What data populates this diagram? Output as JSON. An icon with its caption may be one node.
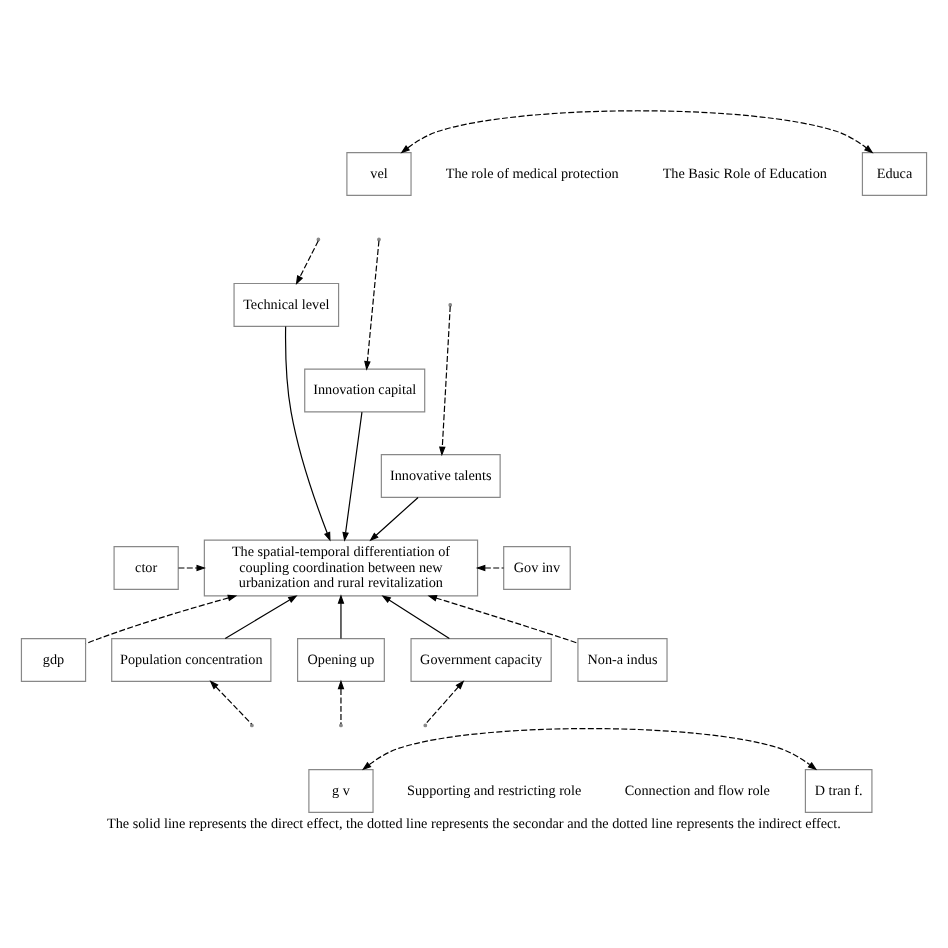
{
  "diagram": {
    "caption": "The solid line represents the direct effect, the dotted line represents the secondar and the dotted line represents the indirect effect.",
    "nodes": [
      {
        "text": [
          "vel"
        ]
      },
      {
        "text": [
          "Educa"
        ]
      },
      {
        "text": [
          "Technical level"
        ]
      },
      {
        "text": [
          "Innovation capital"
        ]
      },
      {
        "text": [
          "Innovative talents"
        ]
      },
      {
        "text": [
          "ctor"
        ]
      },
      {
        "text": [
          "gdp"
        ]
      },
      {
        "text": [
          "Gov inv"
        ]
      },
      {
        "text": [
          "Non-a indus"
        ]
      },
      {
        "text": [
          "The spatial-temporal differentiation of coupling coordination between new urbanization and rural revitalization"
        ]
      },
      {
        "text": [
          "Population concentration"
        ]
      },
      {
        "text": [
          "Opening up"
        ]
      },
      {
        "text": [
          "Government capacity"
        ]
      },
      {
        "text": [
          "g v"
        ]
      },
      {
        "text": [
          "D tran f."
        ]
      }
    ],
    "edges": [
      {
        "from": 0,
        "to": 1,
        "arrow": "both",
        "style": "dashed"
      },
      {
        "from": null,
        "to": 2,
        "arrow": "to",
        "style": "dashed"
      },
      {
        "from": null,
        "to": 3,
        "arrow": "to",
        "style": "dashed"
      },
      {
        "from": null,
        "to": 4,
        "arrow": "to",
        "style": "dashed"
      },
      {
        "from": 2,
        "to": 9,
        "arrow": "to"
      },
      {
        "from": 3,
        "to": 9,
        "arrow": "to"
      },
      {
        "from": 4,
        "to": 9,
        "arrow": "to"
      },
      {
        "from": 5,
        "to": 9,
        "arrow": "to",
        "style": "dashed"
      },
      {
        "from": 6,
        "to": 9,
        "arrow": "to",
        "style": "dashed"
      },
      {
        "from": 7,
        "to": 9,
        "arrow": "to",
        "style": "dashed"
      },
      {
        "from": 8,
        "to": 9,
        "arrow": "to",
        "style": "dashed"
      },
      {
        "from": 10,
        "to": 9,
        "arrow": "to"
      },
      {
        "from": 11,
        "to": 9,
        "arrow": "to"
      },
      {
        "from": 12,
        "to": 9,
        "arrow": "to"
      },
      {
        "from": 13,
        "to": 14,
        "arrow": "both",
        "style": "dashed"
      },
      {
        "from": null,
        "to": 10,
        "arrow": "to",
        "style": "dashed"
      },
      {
        "from": null,
        "to": 11,
        "arrow": "to",
        "style": "dashed"
      },
      {
        "from": null,
        "to": 12,
        "arrow": "to",
        "style": "dashed"
      }
    ],
    "labels": [
      "The role of medical protection",
      "The Basic Role of Education",
      "Supporting and restricting role",
      "Connection and flow role"
    ]
  }
}
